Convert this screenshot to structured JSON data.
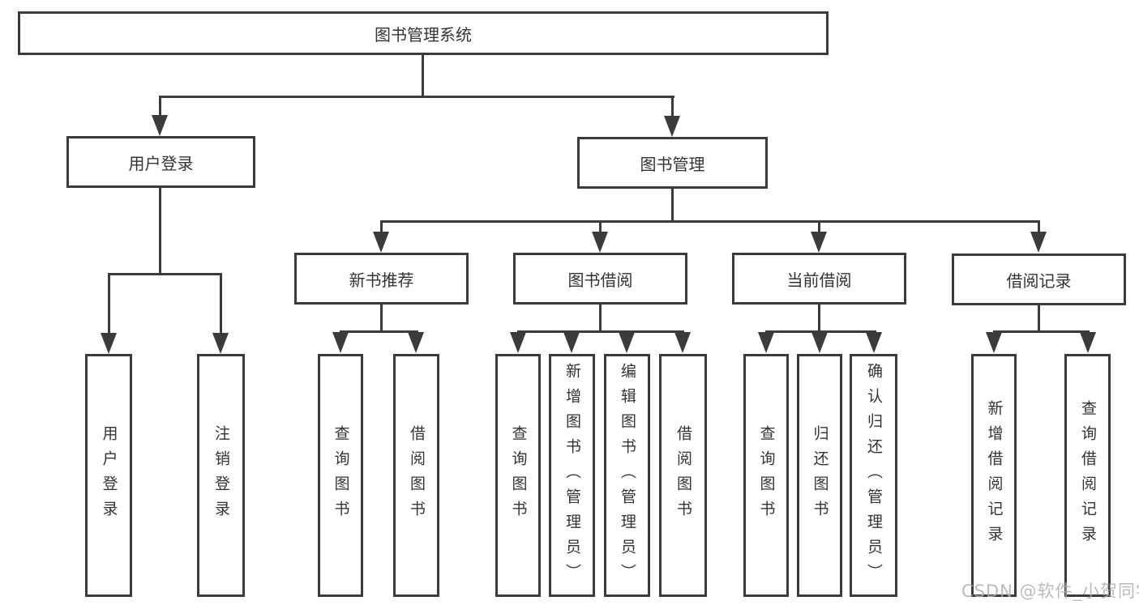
{
  "colors": {
    "line": "#3b3b3b",
    "box_border": "#3b3b3b",
    "text": "#333333",
    "background": "#ffffff",
    "watermark": "#afafaf"
  },
  "watermark": {
    "text": "CSDN @软件_小贺同学"
  },
  "tree": {
    "root": {
      "label": "图书管理系统"
    },
    "branches": [
      {
        "label": "用户登录",
        "children": [
          {
            "label": "用户登录"
          },
          {
            "label": "注销登录"
          }
        ]
      },
      {
        "label": "图书管理",
        "children": [
          {
            "label": "新书推荐",
            "children": [
              {
                "label": "查询图书"
              },
              {
                "label": "借阅图书"
              }
            ]
          },
          {
            "label": "图书借阅",
            "children": [
              {
                "label": "查询图书"
              },
              {
                "label": "新增图书（管理员）"
              },
              {
                "label": "编辑图书（管理员）"
              },
              {
                "label": "借阅图书"
              }
            ]
          },
          {
            "label": "当前借阅",
            "children": [
              {
                "label": "查询图书"
              },
              {
                "label": "归还图书"
              },
              {
                "label": "确认归还（管理员）"
              }
            ]
          },
          {
            "label": "借阅记录",
            "children": [
              {
                "label": "新增借阅记录"
              },
              {
                "label": "查询借阅记录"
              }
            ]
          }
        ]
      }
    ]
  }
}
